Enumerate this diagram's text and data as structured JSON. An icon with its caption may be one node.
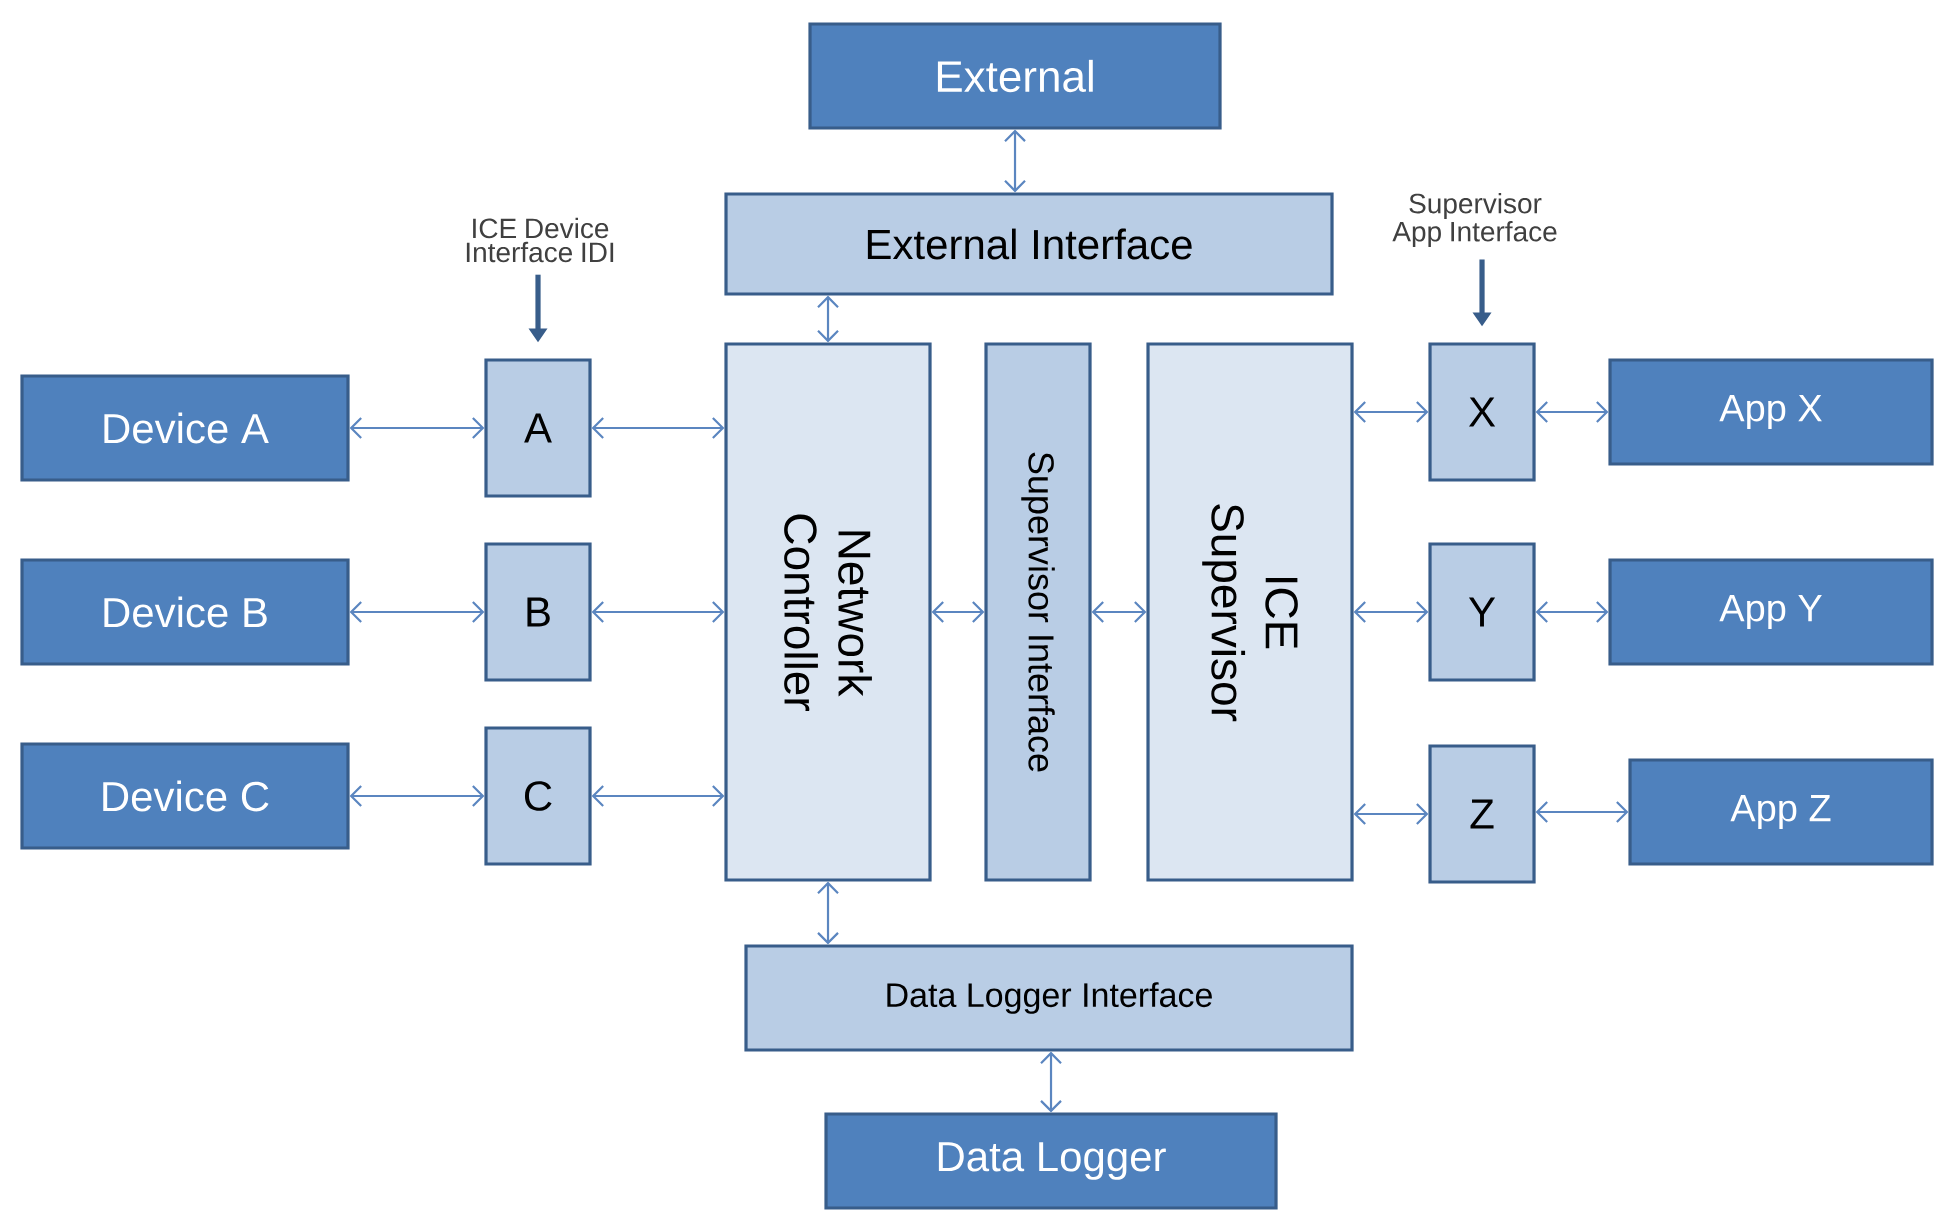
{
  "diagram": {
    "nodes": [
      {
        "text": [
          "External"
        ]
      },
      {
        "text": [
          "External Interface"
        ]
      },
      {
        "text": [
          "ICE Device Interface IDI"
        ]
      },
      {
        "text": [
          "Supervisor App Interface"
        ]
      },
      {
        "text": [
          "Device A"
        ]
      },
      {
        "text": [
          "A"
        ]
      },
      {
        "text": [
          "Device B"
        ]
      },
      {
        "text": [
          "B"
        ]
      },
      {
        "text": [
          "Device C"
        ]
      },
      {
        "text": [
          "C"
        ]
      },
      {
        "text": [
          "Network Controller"
        ]
      },
      {
        "text": [
          "Supervisor Interface"
        ]
      },
      {
        "text": [
          "ICE Supervisor"
        ]
      },
      {
        "text": [
          "X"
        ]
      },
      {
        "text": [
          "Y"
        ]
      },
      {
        "text": [
          "Z"
        ]
      },
      {
        "text": [
          "App X"
        ]
      },
      {
        "text": [
          "App Y"
        ]
      },
      {
        "text": [
          "App Z"
        ]
      },
      {
        "text": [
          "Data Logger Interface"
        ]
      },
      {
        "text": [
          "Data Logger"
        ]
      }
    ],
    "edges": [
      {
        "from": 0,
        "to": 1,
        "arrow": "both"
      },
      {
        "from": 1,
        "to": 10,
        "arrow": "both"
      },
      {
        "from": 2,
        "to": 5,
        "arrow": "to",
        "style": "thick",
        "color": "#385d8a"
      },
      {
        "from": 3,
        "to": 13,
        "arrow": "to",
        "style": "thick",
        "color": "#385d8a"
      },
      {
        "from": 4,
        "to": 5,
        "arrow": "both"
      },
      {
        "from": 5,
        "to": 10,
        "arrow": "both"
      },
      {
        "from": 6,
        "to": 7,
        "arrow": "both"
      },
      {
        "from": 7,
        "to": 10,
        "arrow": "both"
      },
      {
        "from": 8,
        "to": 9,
        "arrow": "both"
      },
      {
        "from": 9,
        "to": 10,
        "arrow": "both"
      },
      {
        "from": 10,
        "to": 11,
        "arrow": "both"
      },
      {
        "from": 11,
        "to": 12,
        "arrow": "both"
      },
      {
        "from": 12,
        "to": 13,
        "arrow": "both"
      },
      {
        "from": 13,
        "to": 16,
        "arrow": "both"
      },
      {
        "from": 12,
        "to": 14,
        "arrow": "both"
      },
      {
        "from": 14,
        "to": 17,
        "arrow": "both"
      },
      {
        "from": 12,
        "to": 15,
        "arrow": "both"
      },
      {
        "from": 15,
        "to": 18,
        "arrow": "both"
      },
      {
        "from": 10,
        "to": 19,
        "arrow": "both"
      },
      {
        "from": 19,
        "to": 20,
        "arrow": "both"
      }
    ]
  }
}
